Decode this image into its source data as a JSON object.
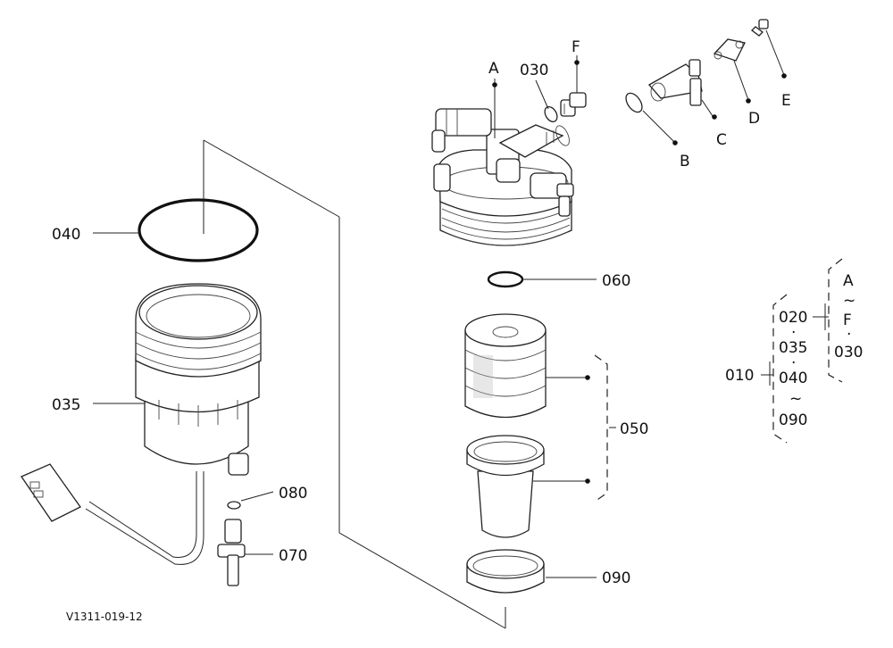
{
  "diagram": {
    "code": "V1311-019-12",
    "callouts": {
      "c040": "040",
      "c035": "035",
      "c080": "080",
      "c070": "070",
      "cA": "A",
      "c030": "030",
      "cF": "F",
      "cB": "B",
      "cC": "C",
      "cD": "D",
      "cE": "E",
      "c060": "060",
      "c050": "050",
      "c090": "090"
    },
    "legend": {
      "root": "010",
      "group1": [
        "020",
        "·",
        "035",
        "·",
        "040",
        "~",
        "090"
      ],
      "group2": [
        "A",
        "~",
        "F",
        "·",
        "030"
      ]
    }
  }
}
